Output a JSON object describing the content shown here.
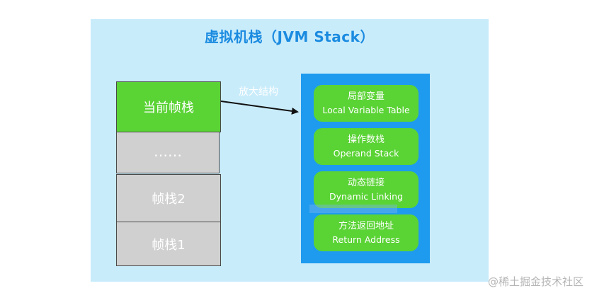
{
  "title": "虚拟机栈（JVM Stack）",
  "frames": {
    "current": "当前帧栈",
    "ellipsis": "……",
    "frame2": "帧栈2",
    "frame1": "帧栈1"
  },
  "arrow_label": "放大结构",
  "components": [
    {
      "zh": "局部变量",
      "en": "Local Variable Table"
    },
    {
      "zh": "操作数栈",
      "en": "Operand Stack"
    },
    {
      "zh": "动态链接",
      "en": "Dynamic Linking"
    },
    {
      "zh": "方法返回地址",
      "en": "Return Address"
    }
  ],
  "watermark": "@稀土掘金技术社区",
  "colors": {
    "panel_bg": "#c9ecfb",
    "title": "#1b8be0",
    "green": "#5ad335",
    "gray": "#d0d0d0",
    "blue": "#1e9bef"
  }
}
